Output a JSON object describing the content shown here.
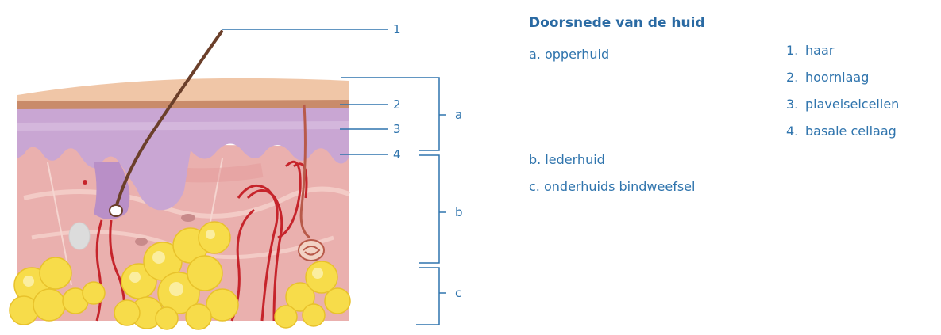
{
  "legend": {
    "title": "Doorsnede van de huid",
    "layers": [
      {
        "key": "a.",
        "text": "opperhuid"
      },
      {
        "key": "b.",
        "text": "lederhuid"
      },
      {
        "key": "c.",
        "text": "onderhuids bindweefsel"
      }
    ],
    "numbered": [
      {
        "key": "1.",
        "text": "haar"
      },
      {
        "key": "2.",
        "text": "hoornlaag"
      },
      {
        "key": "3.",
        "text": "plaveiselcellen"
      },
      {
        "key": "4.",
        "text": "basale cellaag"
      }
    ]
  },
  "callouts": {
    "numbers": [
      "1",
      "2",
      "3",
      "4"
    ],
    "letters": [
      "a",
      "b",
      "c"
    ]
  },
  "colors": {
    "accent": "#2f74ad",
    "skin_surface": "#e8b996",
    "epidermis": "#c9a6d3",
    "dermis": "#eab0ae",
    "fat": "#f7dc4a",
    "vessel": "#c6242b",
    "hair": "#6b3f2a"
  }
}
